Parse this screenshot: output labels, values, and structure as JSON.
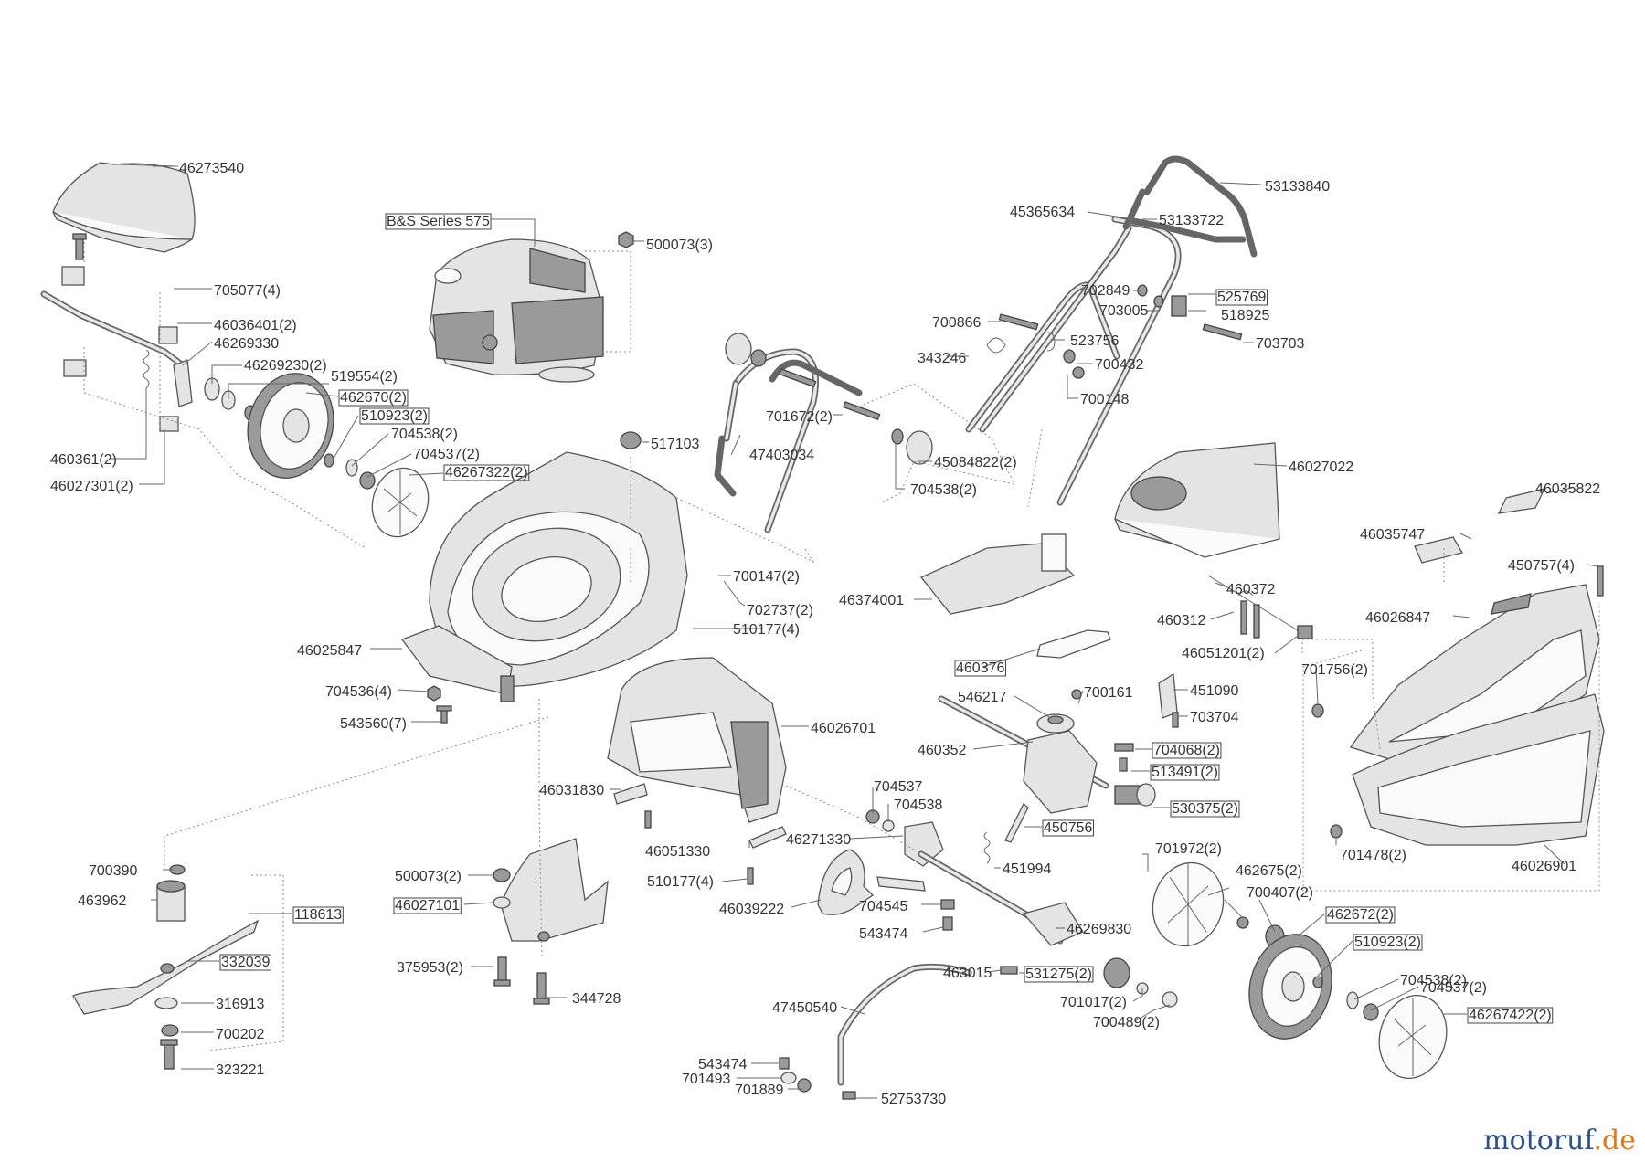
{
  "watermark": {
    "brand": "motoruf",
    "tld": ".de"
  },
  "labels": [
    {
      "text": "46273540"
    },
    {
      "text": "B&S Series 575"
    },
    {
      "text": "500073(3)"
    },
    {
      "text": "705077(4)"
    },
    {
      "text": "46036401(2)"
    },
    {
      "text": "46269330"
    },
    {
      "text": "46269230(2)"
    },
    {
      "text": "519554(2)"
    },
    {
      "text": "462670(2)"
    },
    {
      "text": "510923(2)"
    },
    {
      "text": "704538(2)"
    },
    {
      "text": "704537(2)"
    },
    {
      "text": "46267322(2)"
    },
    {
      "text": "460361(2)"
    },
    {
      "text": "46027301(2)"
    },
    {
      "text": "517103"
    },
    {
      "text": "47403034"
    },
    {
      "text": "701672(2)"
    },
    {
      "text": "45084822(2)"
    },
    {
      "text": "704538(2)"
    },
    {
      "text": "700147(2)"
    },
    {
      "text": "702737(2)"
    },
    {
      "text": "510177(4)"
    },
    {
      "text": "46025847"
    },
    {
      "text": "704536(4)"
    },
    {
      "text": "543560(7)"
    },
    {
      "text": "46026701"
    },
    {
      "text": "46031830"
    },
    {
      "text": "46051330"
    },
    {
      "text": "510177(4)"
    },
    {
      "text": "46039222"
    },
    {
      "text": "46271330"
    },
    {
      "text": "704537"
    },
    {
      "text": "704538"
    },
    {
      "text": "700390"
    },
    {
      "text": "463962"
    },
    {
      "text": "118613"
    },
    {
      "text": "332039"
    },
    {
      "text": "316913"
    },
    {
      "text": "700202"
    },
    {
      "text": "323221"
    },
    {
      "text": "500073(2)"
    },
    {
      "text": "46027101"
    },
    {
      "text": "375953(2)"
    },
    {
      "text": "344728"
    },
    {
      "text": "53133840"
    },
    {
      "text": "45365634"
    },
    {
      "text": "53133722"
    },
    {
      "text": "702849"
    },
    {
      "text": "525769"
    },
    {
      "text": "703005"
    },
    {
      "text": "518925"
    },
    {
      "text": "700866"
    },
    {
      "text": "703703"
    },
    {
      "text": "523756"
    },
    {
      "text": "343246"
    },
    {
      "text": "700432"
    },
    {
      "text": "700148"
    },
    {
      "text": "46027022"
    },
    {
      "text": "46374001"
    },
    {
      "text": "460372"
    },
    {
      "text": "460312"
    },
    {
      "text": "46051201(2)"
    },
    {
      "text": "460376"
    },
    {
      "text": "700161"
    },
    {
      "text": "451090"
    },
    {
      "text": "546217"
    },
    {
      "text": "703704"
    },
    {
      "text": "460352"
    },
    {
      "text": "704068(2)"
    },
    {
      "text": "513491(2)"
    },
    {
      "text": "530375(2)"
    },
    {
      "text": "450756"
    },
    {
      "text": "451994"
    },
    {
      "text": "46035822"
    },
    {
      "text": "46035747"
    },
    {
      "text": "450757(4)"
    },
    {
      "text": "46026847"
    },
    {
      "text": "701756(2)"
    },
    {
      "text": "701478(2)"
    },
    {
      "text": "46026901"
    },
    {
      "text": "701972(2)"
    },
    {
      "text": "462675(2)"
    },
    {
      "text": "700407(2)"
    },
    {
      "text": "462672(2)"
    },
    {
      "text": "510923(2)"
    },
    {
      "text": "46269830"
    },
    {
      "text": "704545"
    },
    {
      "text": "543474"
    },
    {
      "text": "463015"
    },
    {
      "text": "531275(2)"
    },
    {
      "text": "701017(2)"
    },
    {
      "text": "700489(2)"
    },
    {
      "text": "704538(2)"
    },
    {
      "text": "704537(2)"
    },
    {
      "text": "46267422(2)"
    },
    {
      "text": "47450540"
    },
    {
      "text": "543474"
    },
    {
      "text": "701493"
    },
    {
      "text": "701889"
    },
    {
      "text": "52753730"
    }
  ]
}
